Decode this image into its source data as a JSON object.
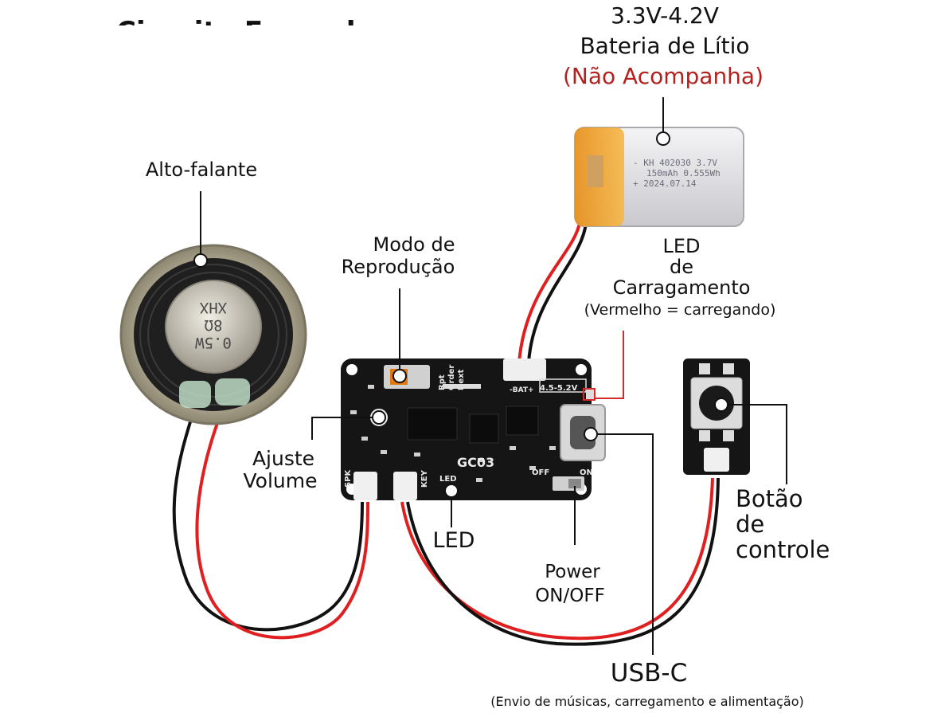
{
  "header": {
    "partial_title": "Circuito Exemplo"
  },
  "labels": {
    "battery_voltage": "3.3V-4.2V",
    "battery_name": "Bateria de Lítio",
    "battery_note": "(Não Acompanha)",
    "speaker": "Alto-falante",
    "play_mode_1": "Modo de",
    "play_mode_2": "Reprodução",
    "charge_led_1": "LED",
    "charge_led_2": "de",
    "charge_led_3": "Carragamento",
    "charge_led_note": "(Vermelho = carregando)",
    "volume_1": "Ajuste",
    "volume_2": "Volume",
    "led": "LED",
    "power_1": "Power",
    "power_2": "ON/OFF",
    "control_1": "Botão",
    "control_2": "de",
    "control_3": "controle",
    "usbc": "USB-C",
    "usbc_note": "(Envio de músicas, carregamento e alimentação)"
  },
  "board": {
    "model": "GC03",
    "silk_rpt": "Rpt",
    "silk_order": "Order",
    "silk_next": "Next",
    "silk_voltage": "4.5-5.2V",
    "silk_spk": "SPK",
    "silk_key": "KEY",
    "silk_led": "LED",
    "silk_off": "OFF",
    "silk_on": "ON",
    "silk_bat": "-BAT+"
  },
  "battery_print": {
    "line1": "- KH 402030 3.7V",
    "line2": "150mAh 0.555Wh",
    "line3": "+ 2024.07.14"
  },
  "speaker_print": {
    "line1": "0.5W",
    "line2": "8Ω",
    "line3": "XHX"
  },
  "colors": {
    "accent_red": "#b3211f",
    "board": "#151515",
    "wire_red": "#e02020",
    "wire_black": "#111111",
    "battery_wrap": "#f0a020"
  }
}
